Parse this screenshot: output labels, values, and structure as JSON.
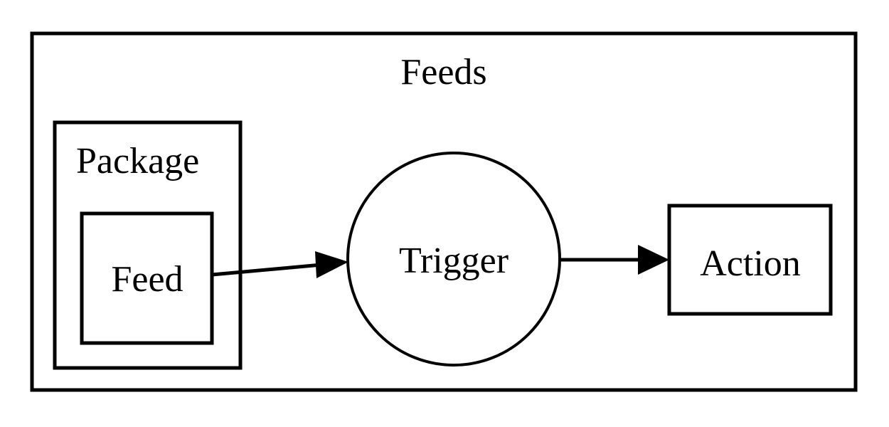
{
  "diagram": {
    "title": "Feeds",
    "background_color": "#ffffff",
    "stroke_color": "#000000",
    "containers": [
      {
        "id": "feeds",
        "label": "Feeds",
        "shape": "rectangle",
        "label_position": "top-center"
      },
      {
        "id": "package",
        "label": "Package",
        "shape": "rectangle",
        "label_position": "top-left"
      }
    ],
    "nodes": [
      {
        "id": "feed",
        "label": "Feed",
        "shape": "rectangle"
      },
      {
        "id": "trigger",
        "label": "Trigger",
        "shape": "circle"
      },
      {
        "id": "action",
        "label": "Action",
        "shape": "rectangle"
      }
    ],
    "edges": [
      {
        "id": "feed-to-trigger",
        "from": "feed",
        "to": "trigger",
        "label": "",
        "arrowhead": "solid-triangle"
      },
      {
        "id": "trigger-to-action",
        "from": "trigger",
        "to": "action",
        "label": "",
        "arrowhead": "solid-triangle"
      }
    ]
  }
}
